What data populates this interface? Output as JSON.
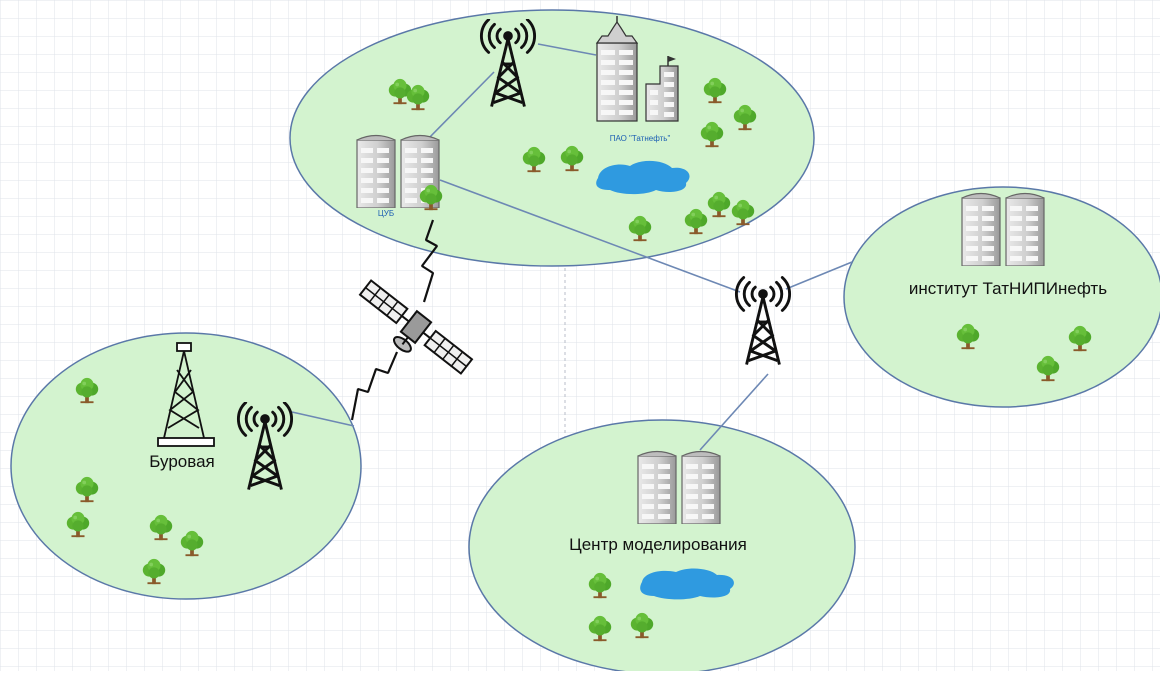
{
  "canvas": {
    "background": "#ffffff",
    "grid_color": "#dfe3ea",
    "guide_color": "#b9bec8"
  },
  "colors": {
    "zone_fill": "#d3f3cf",
    "zone_stroke": "#5a78a8",
    "link": "#6d88b4",
    "lake": "#2f9ae0",
    "tree_leaf": "#5bb330",
    "tree_trunk": "#8a5a2b",
    "building": "#c7c7c7",
    "label_blue": "#1c5fb3",
    "label_dark": "#111111"
  },
  "zones": [
    {
      "id": "tatneft-hq",
      "labels": {
        "main": "ПАО \"Татнефть\"",
        "sub": "ЦУБ"
      }
    },
    {
      "id": "drilling-site",
      "labels": {
        "main": "Буровая"
      }
    },
    {
      "id": "modeling-center",
      "labels": {
        "main": "Центр моделирования"
      }
    },
    {
      "id": "tatnipi-institute",
      "labels": {
        "main": "институт ТатНИПИнефть"
      }
    }
  ],
  "icons": [
    "cell-tower-icon",
    "satellite-icon",
    "lightning-link-icon",
    "office-building-icon",
    "tree-icon",
    "lake-icon",
    "drilling-rig-icon"
  ]
}
